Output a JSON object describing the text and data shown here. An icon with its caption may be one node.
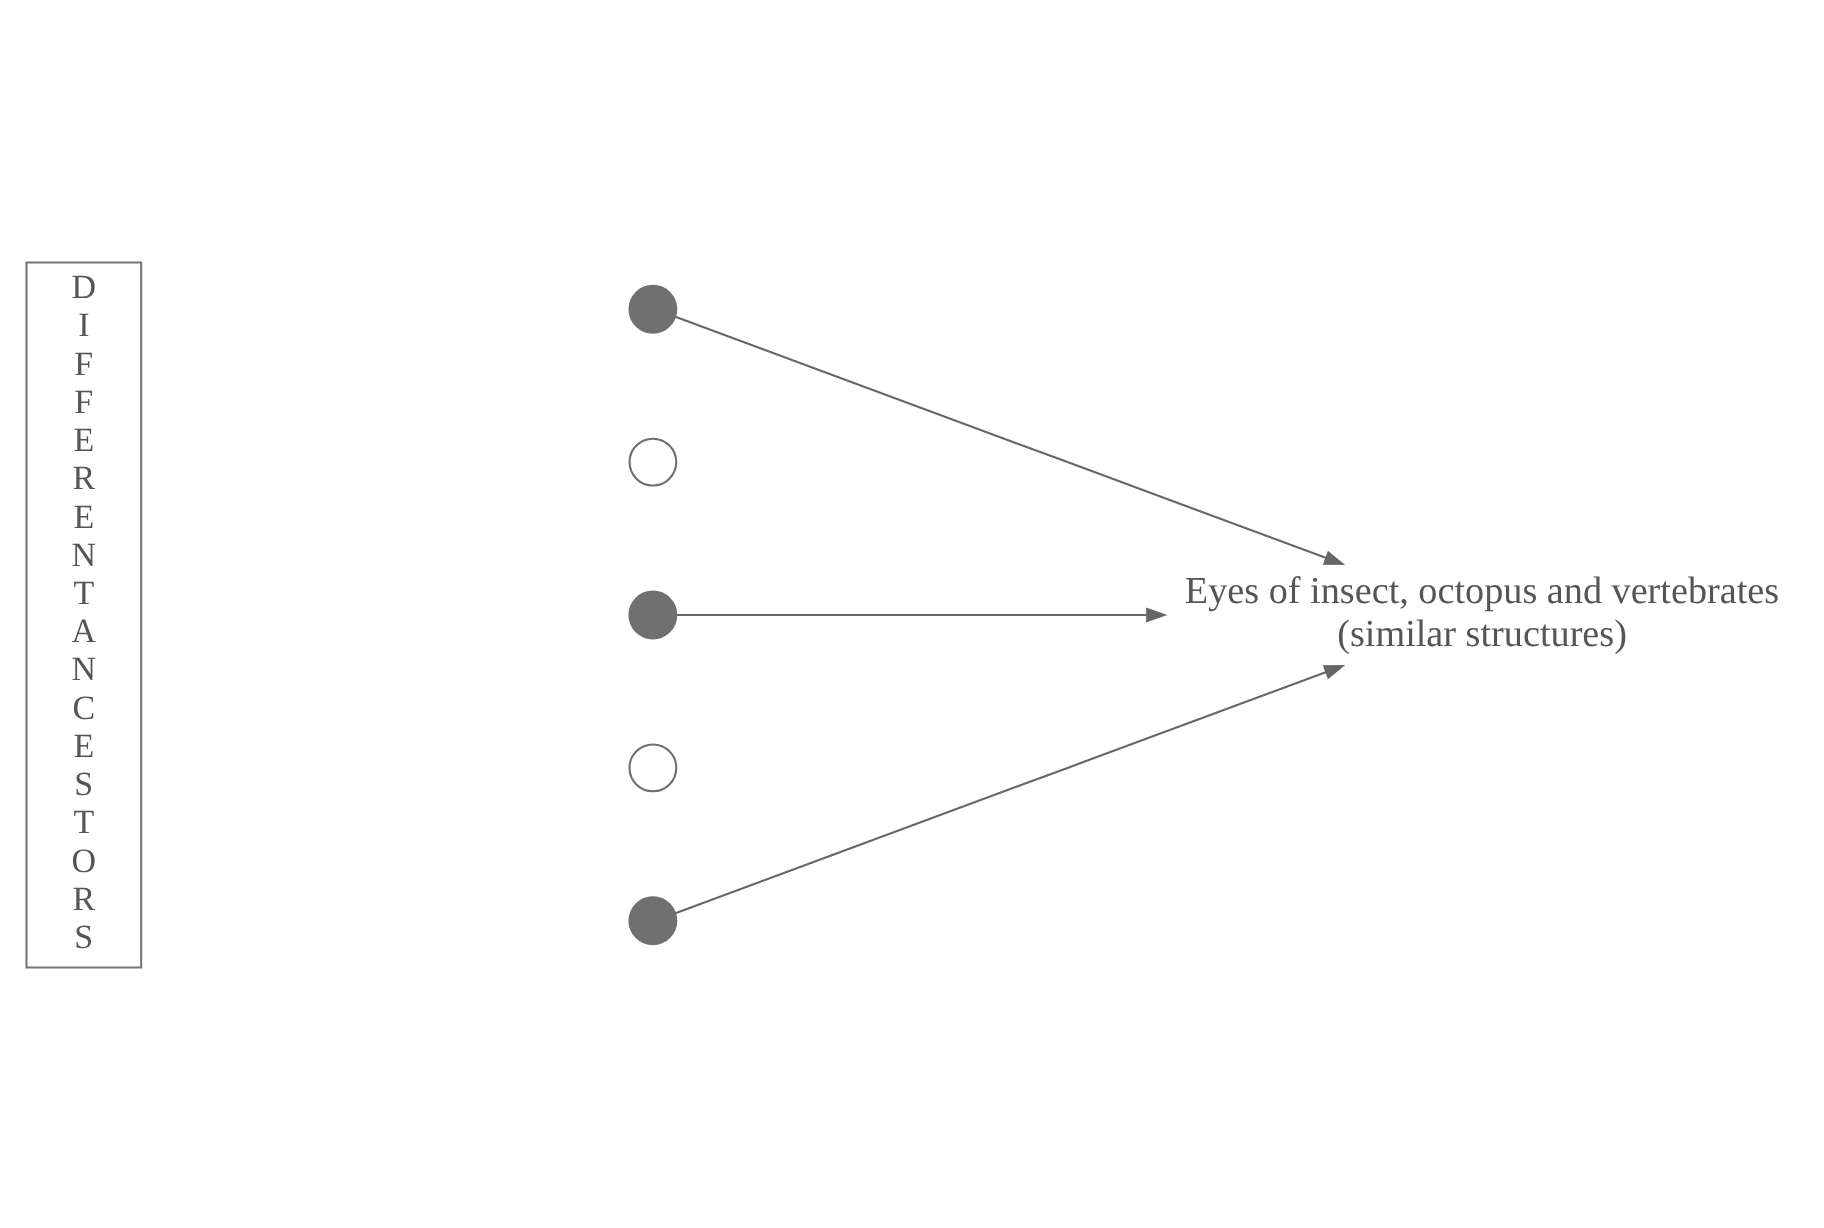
{
  "diagram": {
    "nodes": [
      {
        "text": [
          "DIFFERENT ANCESTORS"
        ]
      },
      {
        "text": [],
        "shape": "dot"
      },
      {
        "text": [],
        "shape": "circle"
      },
      {
        "text": [],
        "shape": "dot"
      },
      {
        "text": [],
        "shape": "circle"
      },
      {
        "text": [],
        "shape": "dot"
      },
      {
        "text": [
          "Eyes of insect, octopus and vertebrates",
          "(similar structures)"
        ]
      }
    ],
    "edges": [
      {
        "from": 1,
        "to": 6,
        "arrow": "to"
      },
      {
        "from": 3,
        "to": 6,
        "arrow": "to"
      },
      {
        "from": 5,
        "to": 6,
        "arrow": "to"
      }
    ]
  }
}
